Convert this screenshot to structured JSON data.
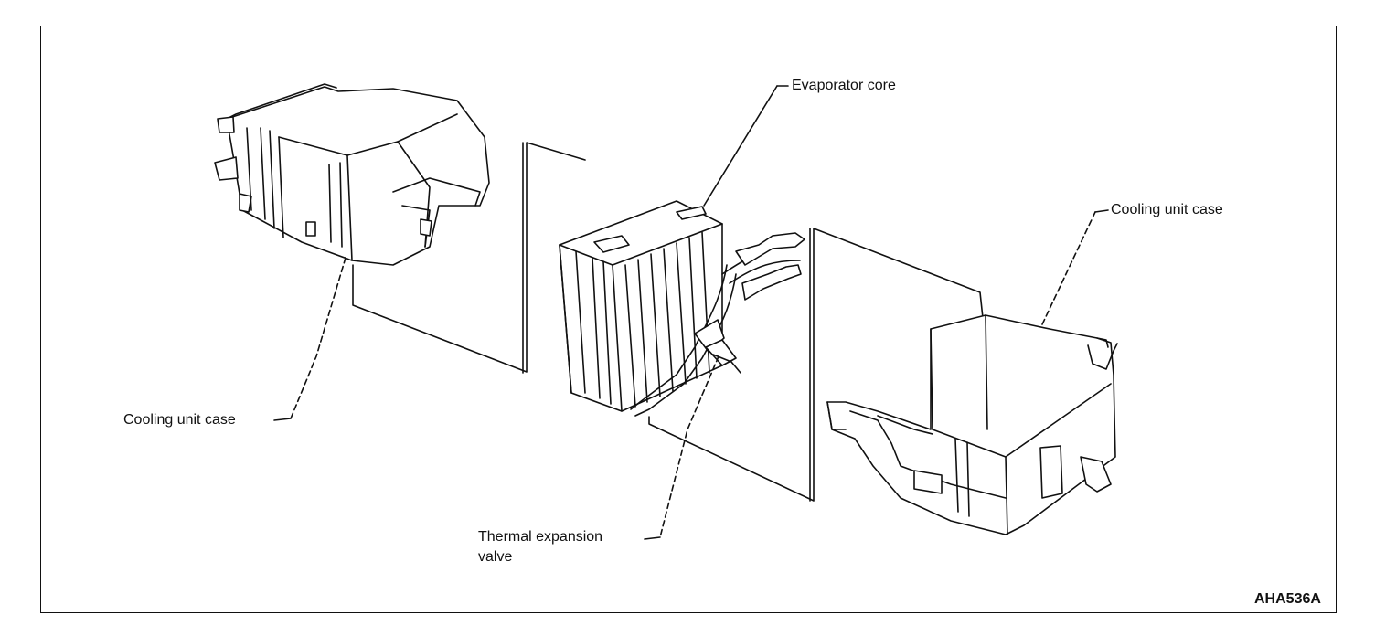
{
  "labels": {
    "evaporator_core": "Evaporator core",
    "cooling_case_right": "Cooling unit case",
    "cooling_case_left": "Cooling unit case",
    "thermal_valve_line1": "Thermal expansion",
    "thermal_valve_line2": "valve"
  },
  "figure_code": "AHA536A",
  "colors": {
    "ink": "#111111",
    "paper": "#ffffff"
  }
}
